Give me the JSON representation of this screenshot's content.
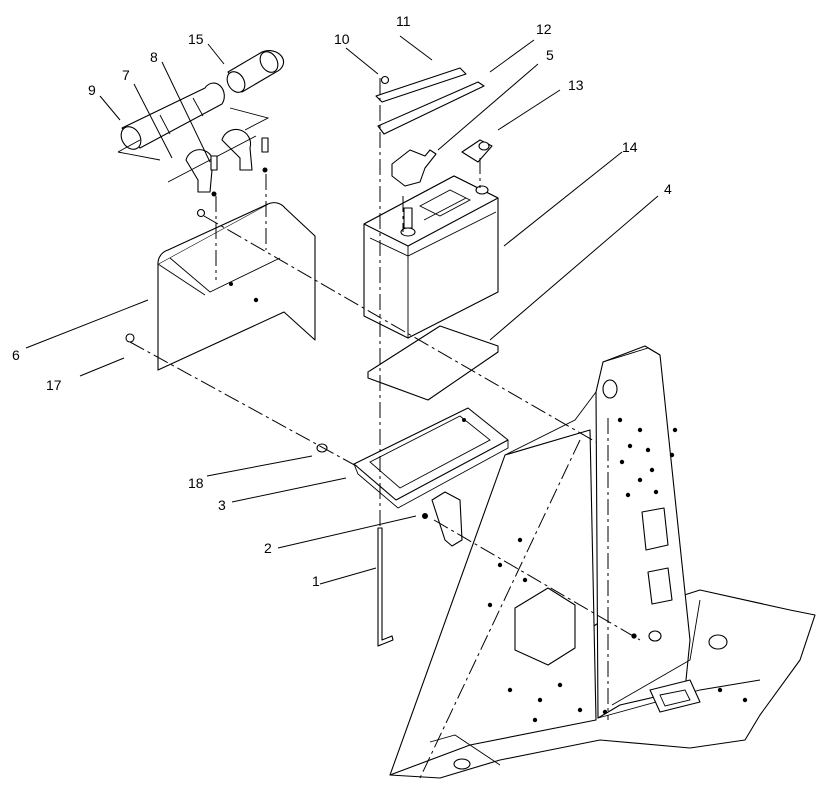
{
  "callouts": {
    "c1": "1",
    "c2": "2",
    "c3": "3",
    "c4": "4",
    "c5": "5",
    "c6": "6",
    "c7": "7",
    "c8": "8",
    "c9": "9",
    "c10": "10",
    "c11": "11",
    "c12": "12",
    "c13": "13",
    "c14": "14",
    "c15": "15",
    "c17": "17",
    "c18": "18"
  },
  "colors": {
    "line": "#000000",
    "background": "#ffffff"
  }
}
